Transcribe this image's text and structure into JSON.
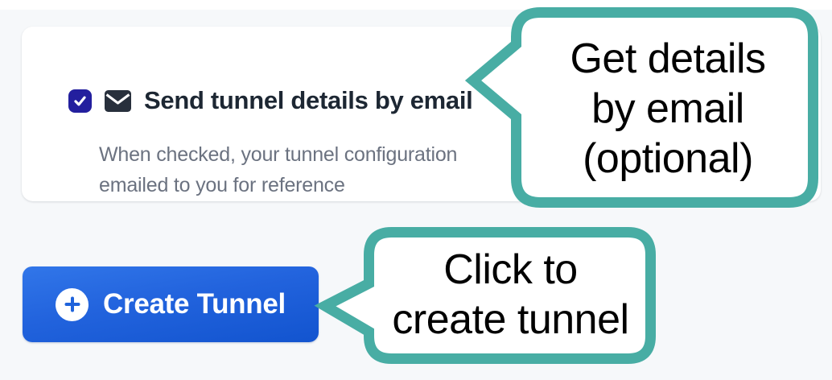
{
  "colors": {
    "accent_teal": "#48ada4",
    "button_blue_top": "#3176e9",
    "button_blue_bottom": "#1254cf",
    "checkbox_indigo": "#231f9e",
    "title_text": "#1d2733",
    "description_text": "#6b7280",
    "page_background": "#f6f8fa",
    "card_background": "#ffffff"
  },
  "icons": {
    "checkmark": "checkmark-icon (white check in indigo box)",
    "envelope": "envelope-icon (filled dark envelope)",
    "plus": "plus-icon (plus in white circle)"
  },
  "card": {
    "checkbox_checked": true,
    "title": "Send tunnel details by email",
    "description_line1": "When checked, your tunnel configuration",
    "description_line2": "emailed to you for reference"
  },
  "create_button": {
    "label": "Create Tunnel"
  },
  "callouts": [
    {
      "lines": {
        "0": "Get details",
        "1": "by email",
        "2": "(optional)"
      }
    },
    {
      "lines": {
        "0": "Click to",
        "1": "create tunnel"
      }
    }
  ]
}
